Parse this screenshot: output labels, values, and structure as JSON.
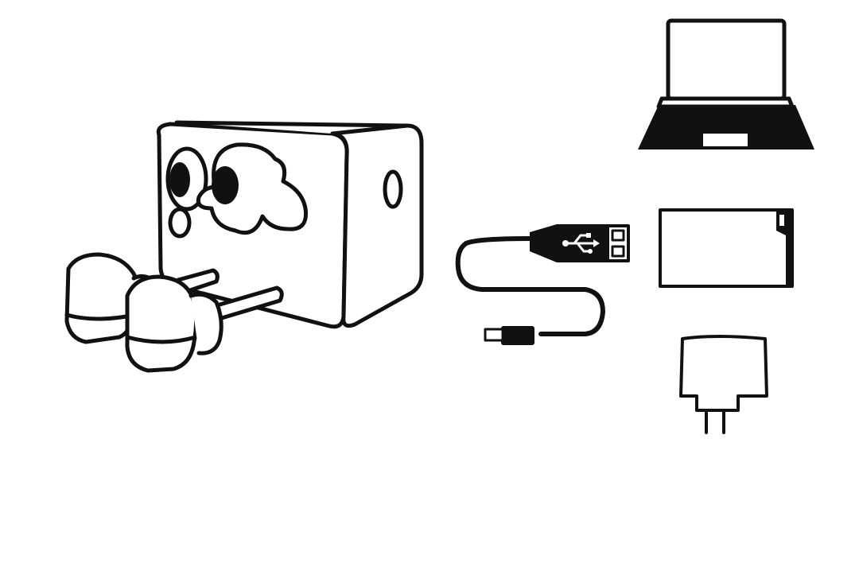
{
  "diagram": {
    "items": [
      {
        "name": "speaker-device",
        "icon": "cartoon-speaker-with-earbuds-icon"
      },
      {
        "name": "usb-cable",
        "icon": "usb-to-micro-usb-cable-icon"
      },
      {
        "name": "laptop",
        "icon": "laptop-icon"
      },
      {
        "name": "memory-card",
        "icon": "sd-card-icon"
      },
      {
        "name": "wall-charger",
        "icon": "power-adapter-icon"
      }
    ],
    "colors": {
      "line": "#111111",
      "background": "#ffffff"
    }
  }
}
